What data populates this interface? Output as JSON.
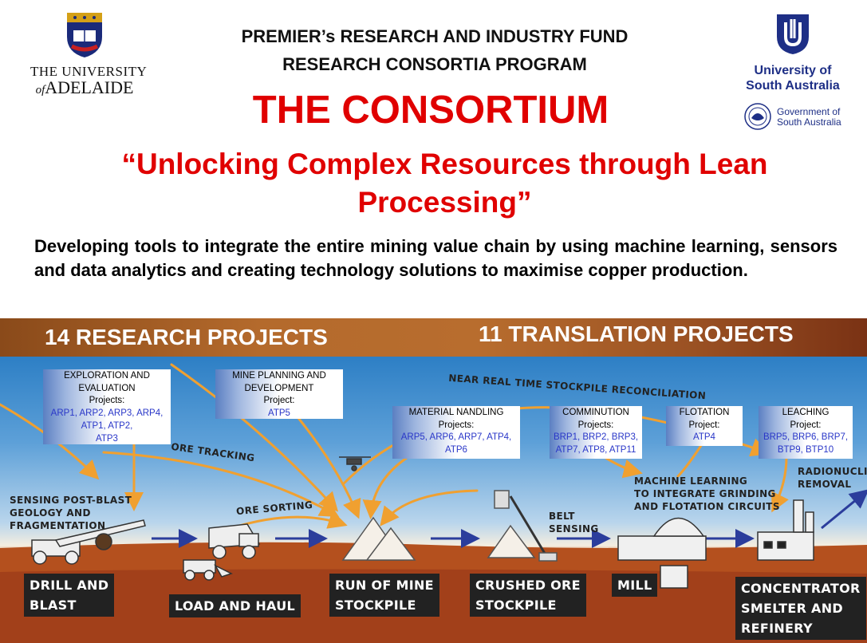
{
  "logos": {
    "uoa": {
      "line1": "THE UNIVERSITY",
      "line2_of": "of",
      "line2_name": "ADELAIDE"
    },
    "unisa": {
      "line1": "University of",
      "line2": "South Australia"
    },
    "gov": {
      "line1": "Government of",
      "line2": "South Australia"
    }
  },
  "header": {
    "fund_line1": "PREMIER’s RESEARCH AND INDUSTRY FUND",
    "fund_line2": "RESEARCH CONSORTIA PROGRAM"
  },
  "title": "THE CONSORTIUM",
  "subtitle": "“Unlocking Complex Resources through Lean Processing”",
  "description": "Developing tools to integrate the entire mining value chain  by using machine learning, sensors and data analytics and creating technology solutions to maximise copper production.",
  "banner": {
    "research": "14 RESEARCH PROJECTS",
    "translation": "11 TRANSLATION PROJECTS"
  },
  "project_boxes": [
    {
      "title1": "EXPLORATION AND",
      "title2": "EVALUATION",
      "label": "Projects:",
      "codes1": "ARP1, ARP2, ARP3, ARP4,",
      "codes2": "ATP1, ATP2,",
      "codes3": "ATP3"
    },
    {
      "title1": "MINE PLANNING AND",
      "title2": "DEVELOPMENT",
      "label": "Project:",
      "codes1": "ATP5"
    },
    {
      "title1": "MATERIAL NANDLING",
      "label": "Projects:",
      "codes1": "ARP5, ARP6, ARP7, ATP4,",
      "codes2": "ATP6"
    },
    {
      "title1": "COMMINUTION",
      "label": "Projects:",
      "codes1": "BRP1, BRP2, BRP3,",
      "codes2": "ATP7, ATP8,  ATP11"
    },
    {
      "title1": "FLOTATION",
      "label": "Project:",
      "codes1": "ATP4"
    },
    {
      "title1": "LEACHING",
      "label": "Project:",
      "codes1": "BRP5, BRP6, BRP7,",
      "codes2": "BTP9, BTP10"
    }
  ],
  "annotations": {
    "sensing": [
      "SENSING POST-BLAST",
      "GEOLOGY AND",
      "FRAGMENTATION"
    ],
    "ore_tracking": "ORE TRACKING",
    "ore_sorting": "ORE SORTING",
    "reconciliation": "NEAR REAL TIME STOCKPILE RECONCILIATION",
    "belt_sensing": [
      "BELT",
      "SENSING"
    ],
    "machine_learning": [
      "MACHINE LEARNING",
      "TO INTEGRATE GRINDING",
      "AND FLOTATION CIRCUITS"
    ],
    "radionuclide": [
      "RADIONUCLIDE",
      "REMOVAL"
    ]
  },
  "stages": {
    "drill": [
      "DRILL AND",
      "BLAST"
    ],
    "load": "LOAD AND HAUL",
    "rom": [
      "RUN OF MINE",
      "STOCKPILE"
    ],
    "crushed": [
      "CRUSHED ORE",
      "STOCKPILE"
    ],
    "mill": "MILL",
    "concentrator": [
      "CONCENTRATOR",
      "SMELTER AND",
      "REFINERY"
    ]
  },
  "colors": {
    "title_red": "#e00000",
    "unisa_blue": "#1e2f86",
    "code_blue": "#2a37c8",
    "arrow_orange": "#f0a030",
    "flow_arrow_blue": "#2b3d9c"
  }
}
